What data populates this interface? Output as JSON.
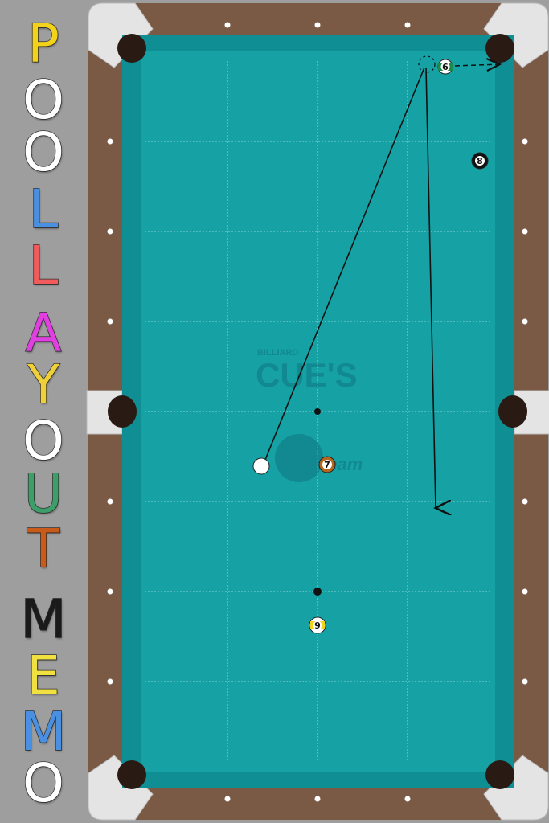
{
  "title": {
    "letters": [
      {
        "char": "P",
        "color": "#f2d21a"
      },
      {
        "char": "O",
        "color": "#ffffff"
      },
      {
        "char": "O",
        "color": "#ffffff"
      },
      {
        "char": "L",
        "color": "#4a90e2"
      },
      {
        "char": "L",
        "color": "#f25b5b"
      },
      {
        "char": "A",
        "color": "#e040e0"
      },
      {
        "char": "Y",
        "color": "#f0d038"
      },
      {
        "char": "O",
        "color": "#ffffff"
      },
      {
        "char": "U",
        "color": "#3d9e6a"
      },
      {
        "char": "T",
        "color": "#c85a1a"
      },
      {
        "char": "M",
        "color": "#1a1a1a"
      },
      {
        "char": "E",
        "color": "#f0e040"
      },
      {
        "char": "M",
        "color": "#4a90e2"
      },
      {
        "char": "O",
        "color": "#ffffff"
      }
    ]
  },
  "watermark": {
    "small": "BILLIARD",
    "big": "CUE'S",
    "team": "team"
  },
  "balls": [
    {
      "id": "cue",
      "label": "",
      "type": "cue",
      "color": "#ffffff"
    },
    {
      "id": "6",
      "label": "6",
      "type": "stripe",
      "color": "#1e8a4a"
    },
    {
      "id": "7",
      "label": "7",
      "type": "solid",
      "color": "#b5651d"
    },
    {
      "id": "8",
      "label": "8",
      "type": "solid",
      "color": "#111111"
    },
    {
      "id": "9",
      "label": "9",
      "type": "stripe",
      "color": "#f2d21a"
    }
  ],
  "colors": {
    "cloth": "#14a0a4",
    "cloth_cushion": "#1aa3a6",
    "rail": "#7a5a44",
    "corner": "#e6e6e6",
    "pocket": "#2a1a14",
    "background": "#9e9e9e"
  }
}
